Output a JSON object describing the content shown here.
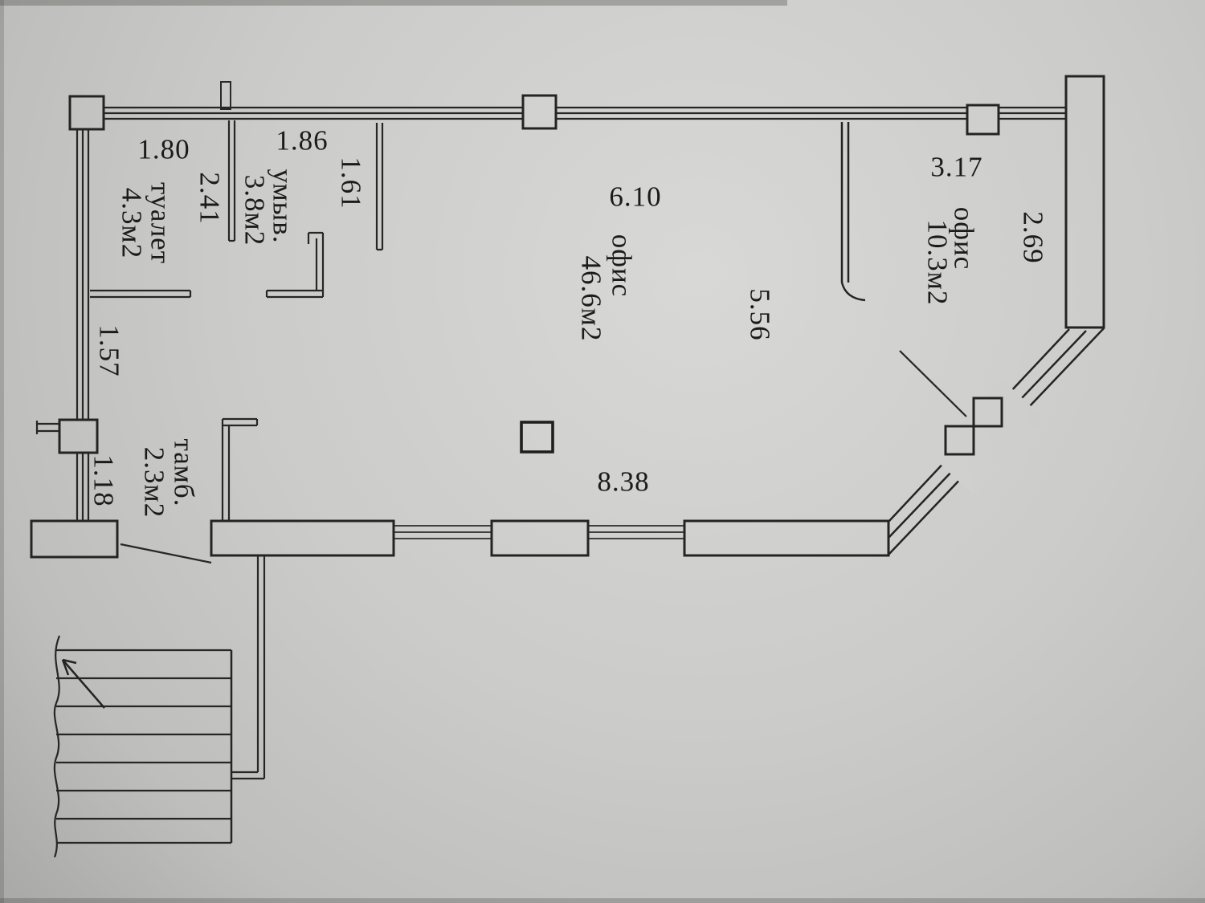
{
  "plan": {
    "rooms": {
      "toilet": {
        "name": "туалет",
        "area": "4.3м2"
      },
      "washroom": {
        "name": "умыв.",
        "area": "3.8м2"
      },
      "office_large": {
        "name": "офис",
        "area": "46.6м2"
      },
      "office_small": {
        "name": "офис",
        "area": "10.3м2"
      },
      "vestibule": {
        "name": "тамб.",
        "area": "2.3м2"
      }
    },
    "dimensions": {
      "toilet_width": "1.80",
      "toilet_depth": "2.41",
      "washroom_width": "1.86",
      "washroom_partition": "1.61",
      "office_width": "6.10",
      "office_depth": "5.56",
      "office_front": "8.38",
      "office_small_width": "3.17",
      "office_small_depth": "2.69",
      "passage_left": "1.57",
      "entry_left": "1.18"
    },
    "colors": {
      "paper": "#c9c9c8",
      "ink": "#262625"
    }
  }
}
